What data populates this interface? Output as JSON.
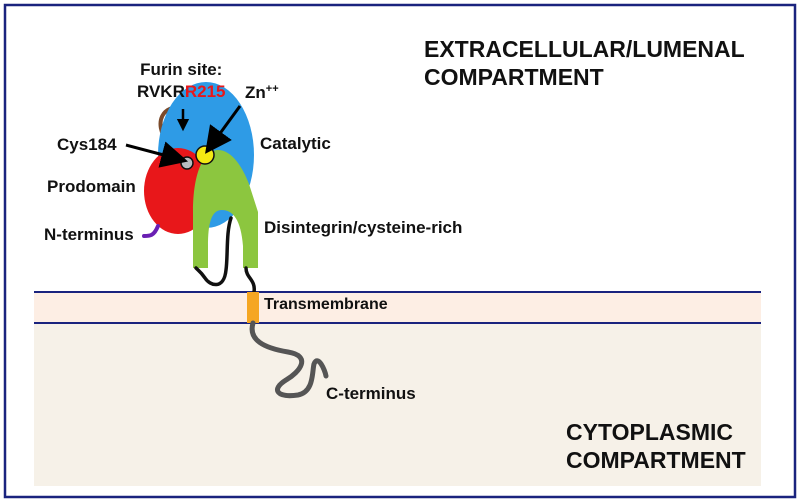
{
  "compartments": {
    "extracellular_line1": "EXTRACELLULAR/LUMENAL",
    "extracellular_line2": "COMPARTMENT",
    "cytoplasmic_line1": "CYTOPLASMIC",
    "cytoplasmic_line2": "COMPARTMENT"
  },
  "labels": {
    "furin_site_title": "Furin site:",
    "furin_site_seq": "RVKR",
    "furin_site_residue": "R215",
    "zinc": "Zn",
    "zinc_charge": "++",
    "cys": "Cys184",
    "catalytic": "Catalytic",
    "prodomain": "Prodomain",
    "n_terminus": "N-terminus",
    "disintegrin": "Disintegrin/cysteine-rich",
    "transmembrane": "Transmembrane",
    "c_terminus": "C-terminus"
  },
  "colors": {
    "frame": "#1a237e",
    "membrane": "#fdeee4",
    "cytoplasm": "#f6f1e8",
    "membrane_line": "#1a237e",
    "catalytic": "#2e9be6",
    "prodomain": "#e8171a",
    "disintegrin": "#8cc63f",
    "zinc": "#f4ea12",
    "cys": "#b8bcc0",
    "furin_loop": "#7b4a2a",
    "n_tail": "#6a1fb3",
    "transmembrane": "#f5a623",
    "c_tail": "#555555",
    "residue_highlight": "#e8171a"
  }
}
